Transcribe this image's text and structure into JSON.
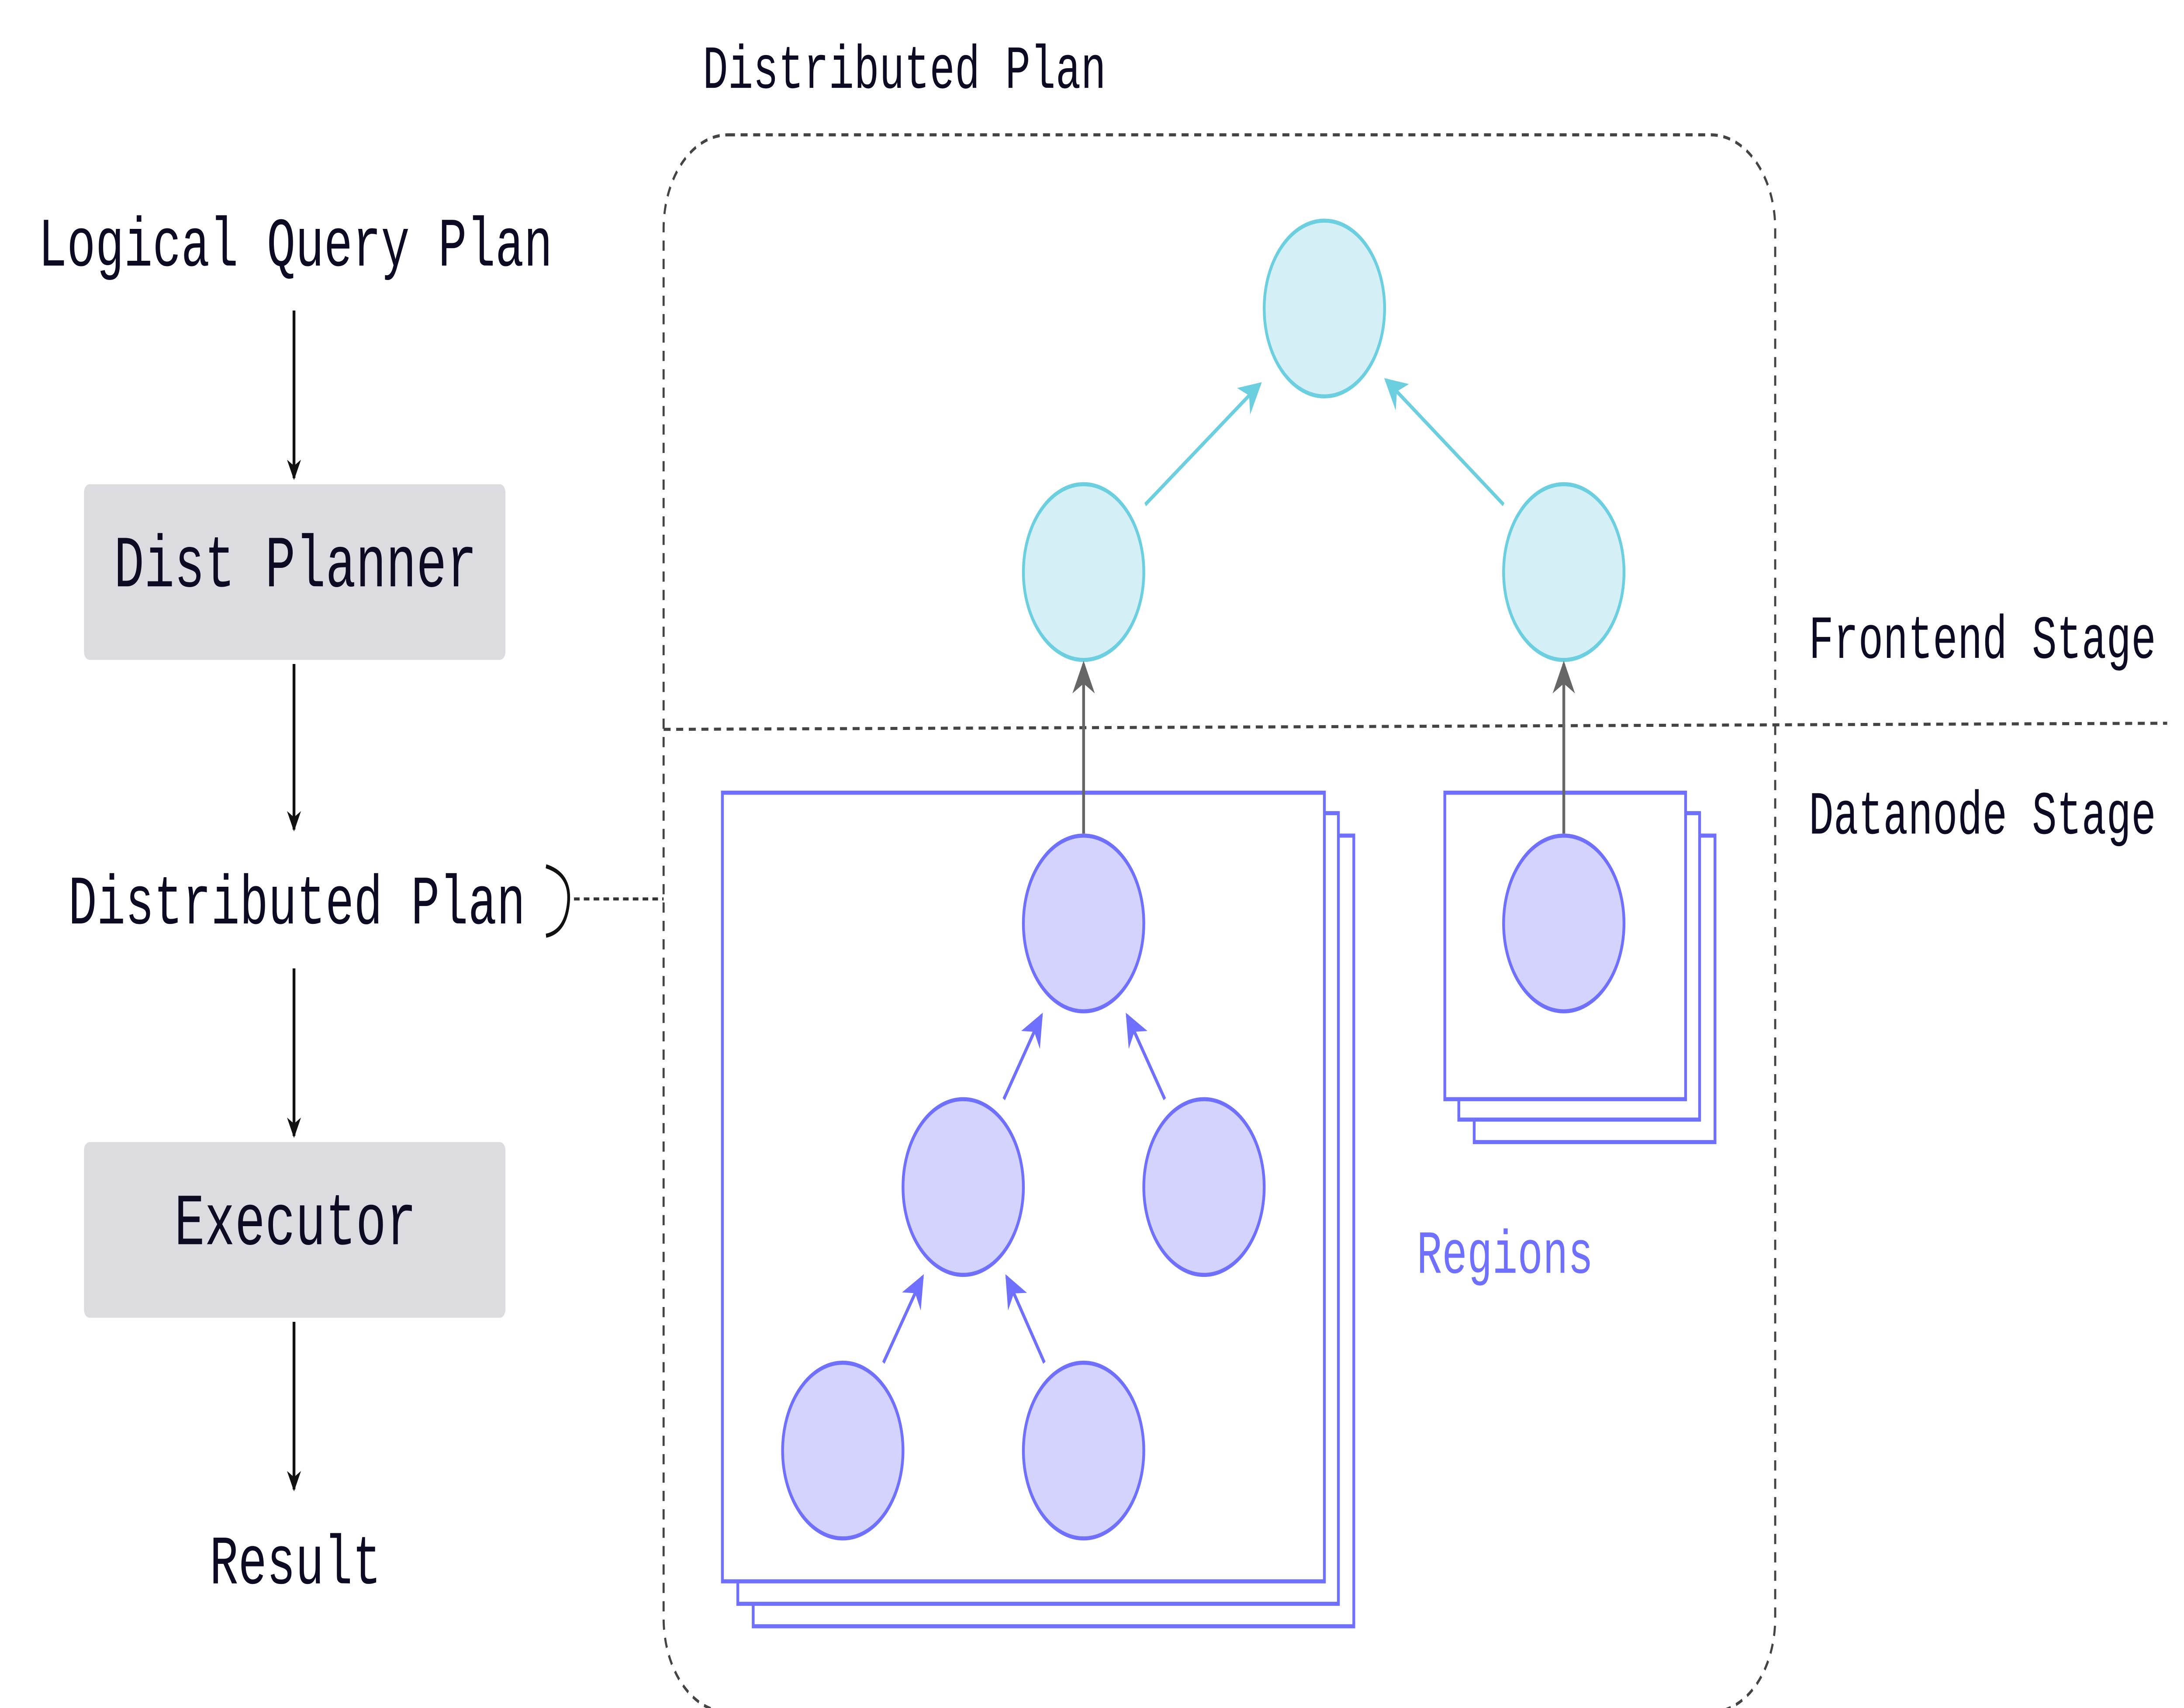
{
  "left_flow": {
    "logical_query_plan": "Logical Query Plan",
    "dist_planner": "Dist Planner",
    "distributed_plan": "Distributed Plan",
    "executor": "Executor",
    "result": "Result"
  },
  "right_panel": {
    "title": "Distributed Plan",
    "frontend_stage": "Frontend Stage",
    "datanode_stage": "Datanode Stage",
    "regions": "Regions"
  },
  "colors": {
    "frontend_fill": "#d4eff5",
    "frontend_stroke": "#6ccfe0",
    "datanode_fill": "#d3d3fd",
    "datanode_stroke": "#7070ff",
    "box_fill": "#dcdce0",
    "connector": "#666666"
  }
}
